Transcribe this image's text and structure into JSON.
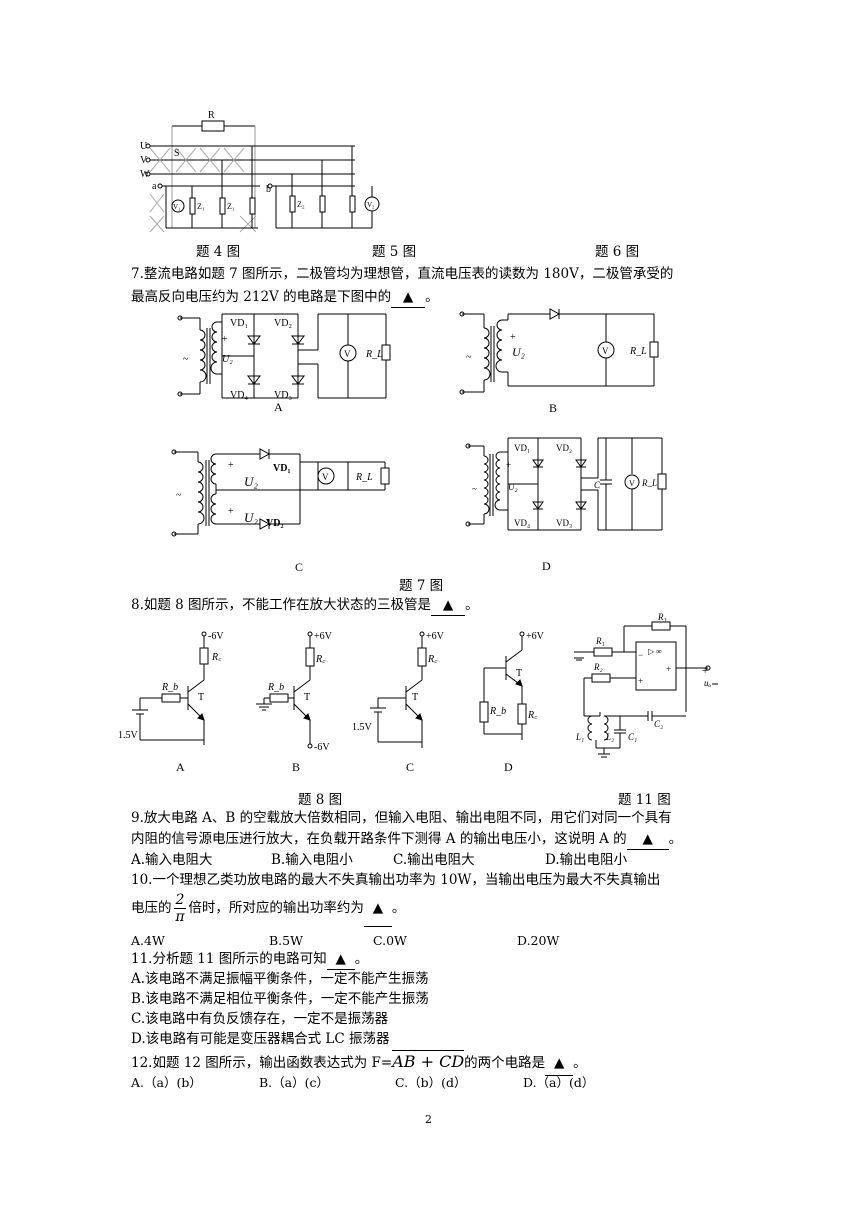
{
  "captions": {
    "fig4": "题 4 图",
    "fig5": "题 5 图",
    "fig6": "题 6 图",
    "fig7": "题 7 图",
    "fig8": "题 8 图",
    "fig11": "题 11 图"
  },
  "fig4_labels": {
    "R": "R",
    "U": "U",
    "V": "V",
    "W": "W",
    "a": "a",
    "S": "S",
    "b": "b",
    "V1": "V₁",
    "V2": "V₂",
    "Z1": "Z₁",
    "Z2": "Z₂"
  },
  "fig7_labels": {
    "A": "A",
    "B": "B",
    "C": "C",
    "D": "D",
    "VD1": "VD₁",
    "VD2": "VD₂",
    "VD3": "VD₃",
    "VD4": "VD₄",
    "U2": "U₂",
    "RL": "R_L",
    "V": "V",
    "tilde": "~",
    "plus": "+",
    "minus": "−"
  },
  "fig8_labels": {
    "A": "A",
    "B": "B",
    "C": "C",
    "D": "D",
    "neg6": "-6V",
    "pos6": "+6V",
    "v15": "1.5V",
    "T": "T",
    "Rc": "R꜀",
    "Rb": "R_b"
  },
  "fig11_labels": {
    "R1": "R₁",
    "R2": "R₂",
    "R3": "R₃",
    "L1": "L₁",
    "L2": "L₂",
    "C1": "C₁",
    "C2": "C₂",
    "uo": "uₒ",
    "amp": "▷ ∞"
  },
  "q7": {
    "line1": "7.整流电路如题 7 图所示，二极管均为理想管，直流电压表的读数为 180V，二极管承受的",
    "line2_pre": "最高反向电压约为 212V 的电路是下图中的",
    "blank": "▲",
    "tail": "。"
  },
  "q8": {
    "pre": "8.如题 8 图所示，不能工作在放大状态的三极管是",
    "blank": "▲",
    "tail": "。"
  },
  "q9": {
    "line1": "9.放大电路 A、B 的空载放大倍数相同，但输入电阻、输出电阻不同，用它们对同一个具有",
    "line2_pre": "内阻的信号源电压进行放大，在负载开路条件下测得 A 的输出电压小，这说明 A 的",
    "blank": "▲",
    "tail": "。",
    "options": [
      "A.输入电阻大",
      "B.输入电阻小",
      "C.输出电阻大",
      "D.输出电阻小"
    ]
  },
  "q10": {
    "line1": "10.一个理想乙类功放电路的最大不失真输出功率为 10W，当输出电压为最大不失真输出",
    "line2_pre": "电压的",
    "frac_num": "2",
    "frac_den": "π",
    "line2_mid": "倍时，所对应的输出功率约为",
    "blank": "▲",
    "tail": "。",
    "options": [
      "A.4W",
      "B.5W",
      "C.0W",
      "D.20W"
    ]
  },
  "q11": {
    "pre": "11.分析题 11 图所示的电路可知",
    "blank": "▲",
    "tail": "。",
    "options": [
      "A.该电路不满足振幅平衡条件，一定不能产生振荡",
      "B.该电路不满足相位平衡条件，一定不能产生振荡",
      "C.该电路中有负反馈存在，一定不是振荡器",
      "D.该电路有可能是变压器耦合式 LC 振荡器"
    ]
  },
  "q12": {
    "pre": "12.如题 12 图所示，输出函数表达式为 F=",
    "expr": "AB + CD",
    "mid": "的两个电路是",
    "blank": "▲",
    "tail": "。",
    "options": [
      "A.（a）(b）",
      "B.（a）(c）",
      "C.（b）(d）",
      "D.（a）(d）"
    ]
  },
  "page_number": "2"
}
